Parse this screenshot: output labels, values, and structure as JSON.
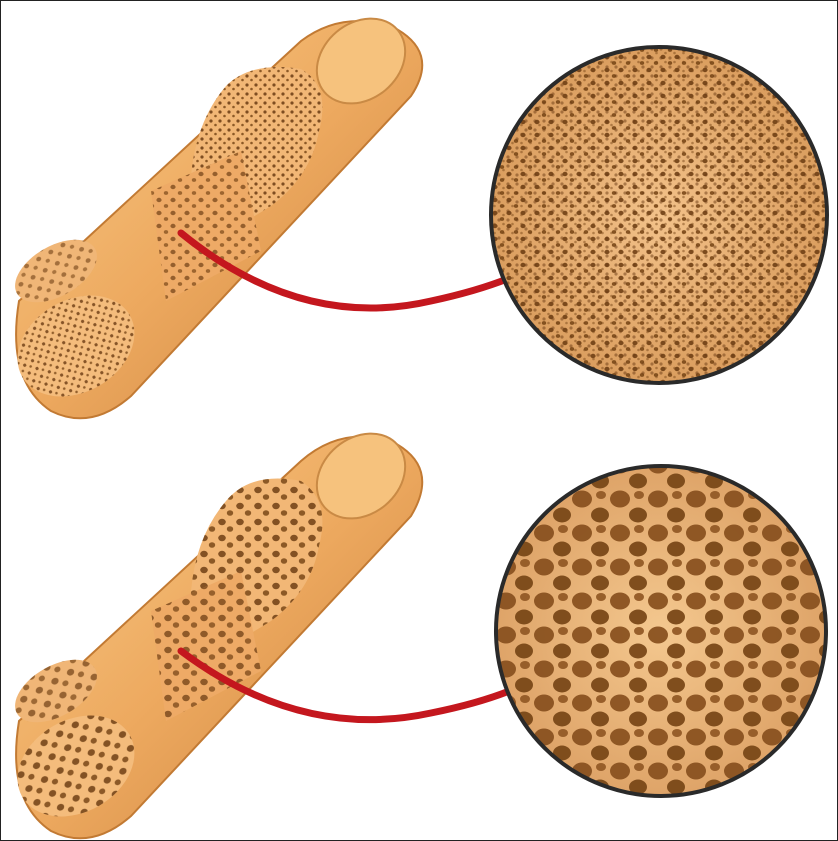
{
  "diagram": {
    "panels": [
      {
        "id": "healthy-bone",
        "elements": [
          "bone-segment-icon",
          "cutaway-spongy-bone",
          "magnify-arrow",
          "magnified-circle-dense-pores"
        ],
        "pore_density": "dense-small"
      },
      {
        "id": "osteoporotic-bone",
        "elements": [
          "bone-segment-icon",
          "cutaway-spongy-bone",
          "magnify-arrow",
          "magnified-circle-large-pores"
        ],
        "pore_density": "sparse-large"
      }
    ],
    "colors": {
      "bone_light": "#f7c07a",
      "bone_mid": "#e8a25a",
      "bone_dark": "#c47a35",
      "pore": "#7a4818",
      "arrow": "#c4171e",
      "circle_border": "#2a2a2a"
    }
  }
}
